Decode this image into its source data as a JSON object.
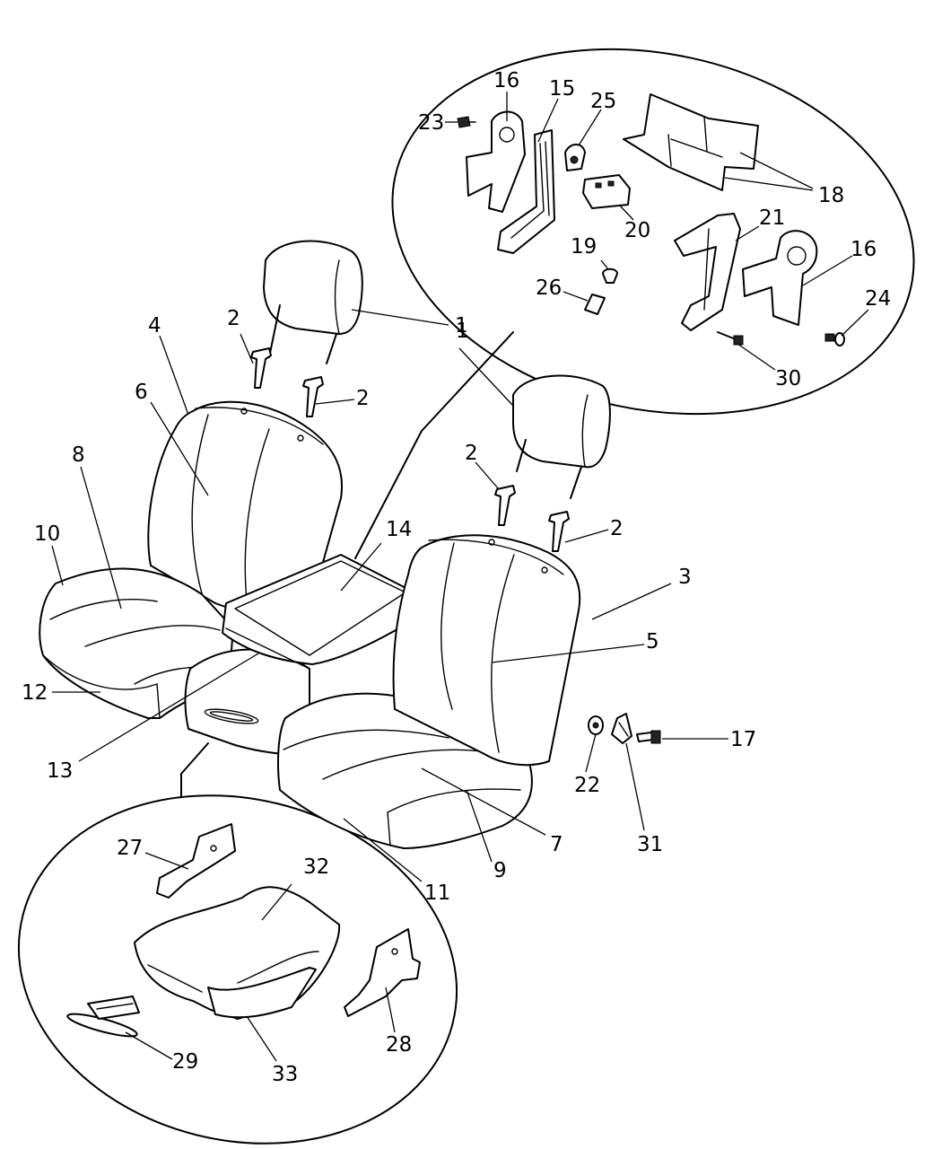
{
  "callouts": [
    "1",
    "1",
    "2",
    "2",
    "2",
    "2",
    "3",
    "4",
    "5",
    "6",
    "7",
    "8",
    "9",
    "10",
    "11",
    "12",
    "13",
    "14",
    "15",
    "16",
    "16",
    "17",
    "18",
    "19",
    "20",
    "21",
    "22",
    "23",
    "24",
    "25",
    "26",
    "27",
    "28",
    "29",
    "30",
    "31",
    "32",
    "33"
  ]
}
